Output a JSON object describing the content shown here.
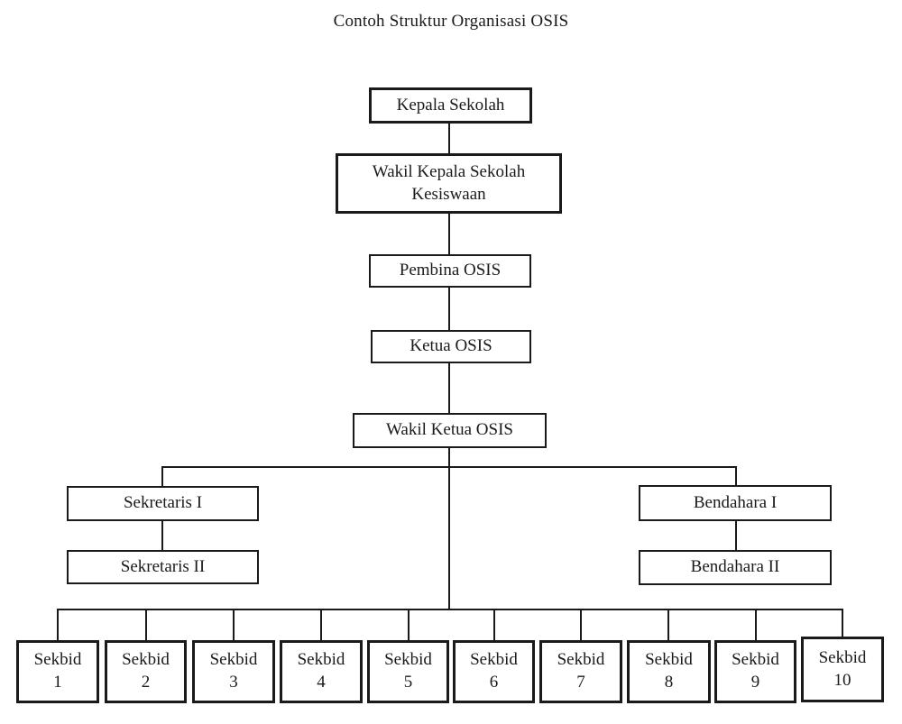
{
  "title": "Contoh Struktur Organisasi OSIS",
  "org": {
    "kepala_sekolah": {
      "label": "Kepala Sekolah"
    },
    "wakil_kepala_sekolah": {
      "line1": "Wakil Kepala Sekolah",
      "line2": "Kesiswaan"
    },
    "pembina_osis": {
      "label": "Pembina OSIS"
    },
    "ketua_osis": {
      "label": "Ketua OSIS"
    },
    "wakil_ketua_osis": {
      "label": "Wakil Ketua OSIS"
    },
    "sekretaris_1": {
      "label": "Sekretaris I"
    },
    "sekretaris_2": {
      "label": "Sekretaris II"
    },
    "bendahara_1": {
      "label": "Bendahara I"
    },
    "bendahara_2": {
      "label": "Bendahara II"
    },
    "sekbid": {
      "word": "Sekbid",
      "numbers": [
        "1",
        "2",
        "3",
        "4",
        "5",
        "6",
        "7",
        "8",
        "9",
        "10"
      ]
    }
  },
  "colors": {
    "line": "#1a1a1a",
    "background": "#ffffff",
    "text": "#1a1a1a"
  }
}
